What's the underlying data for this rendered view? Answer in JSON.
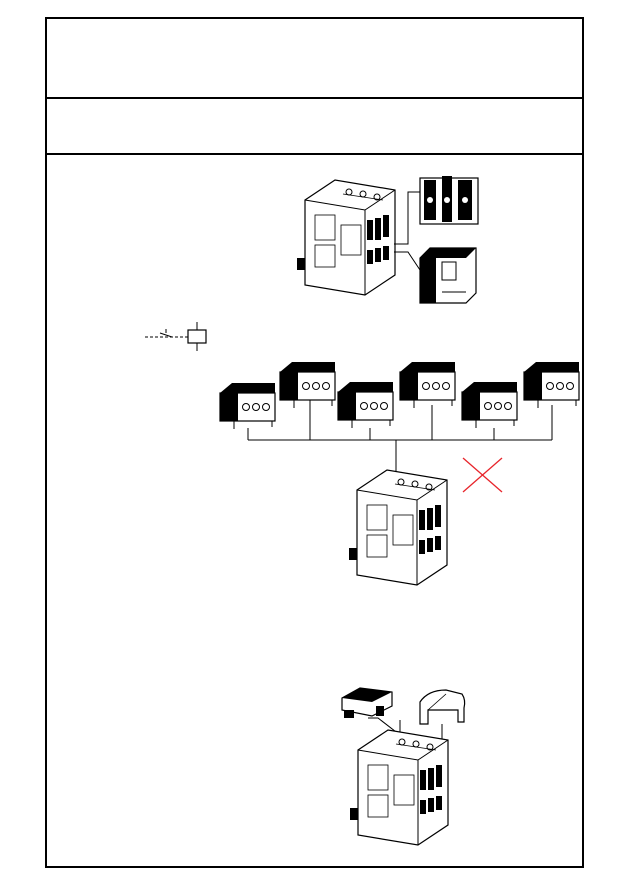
{
  "document": {
    "header_title": "",
    "subheader_title": ""
  },
  "figures": [
    {
      "name": "contactor-with-two-accessory-options",
      "items": [
        "contactor",
        "auxiliary-contact-block-front",
        "timer-module"
      ]
    },
    {
      "name": "coil-contact-symbol"
    },
    {
      "name": "auxiliary-block-variants",
      "count": 6,
      "one_incompatible": true
    },
    {
      "name": "contactor-with-two-covers",
      "items": [
        "contactor",
        "cover-left",
        "cover-right"
      ]
    }
  ],
  "colors": {
    "line": "#000000",
    "forbidden_mark": "#e8252b"
  },
  "icons": [
    "contactor-icon",
    "aux-block-icon",
    "timer-module-icon",
    "coil-symbol-icon",
    "cross-mark-icon",
    "cover-icon"
  ]
}
